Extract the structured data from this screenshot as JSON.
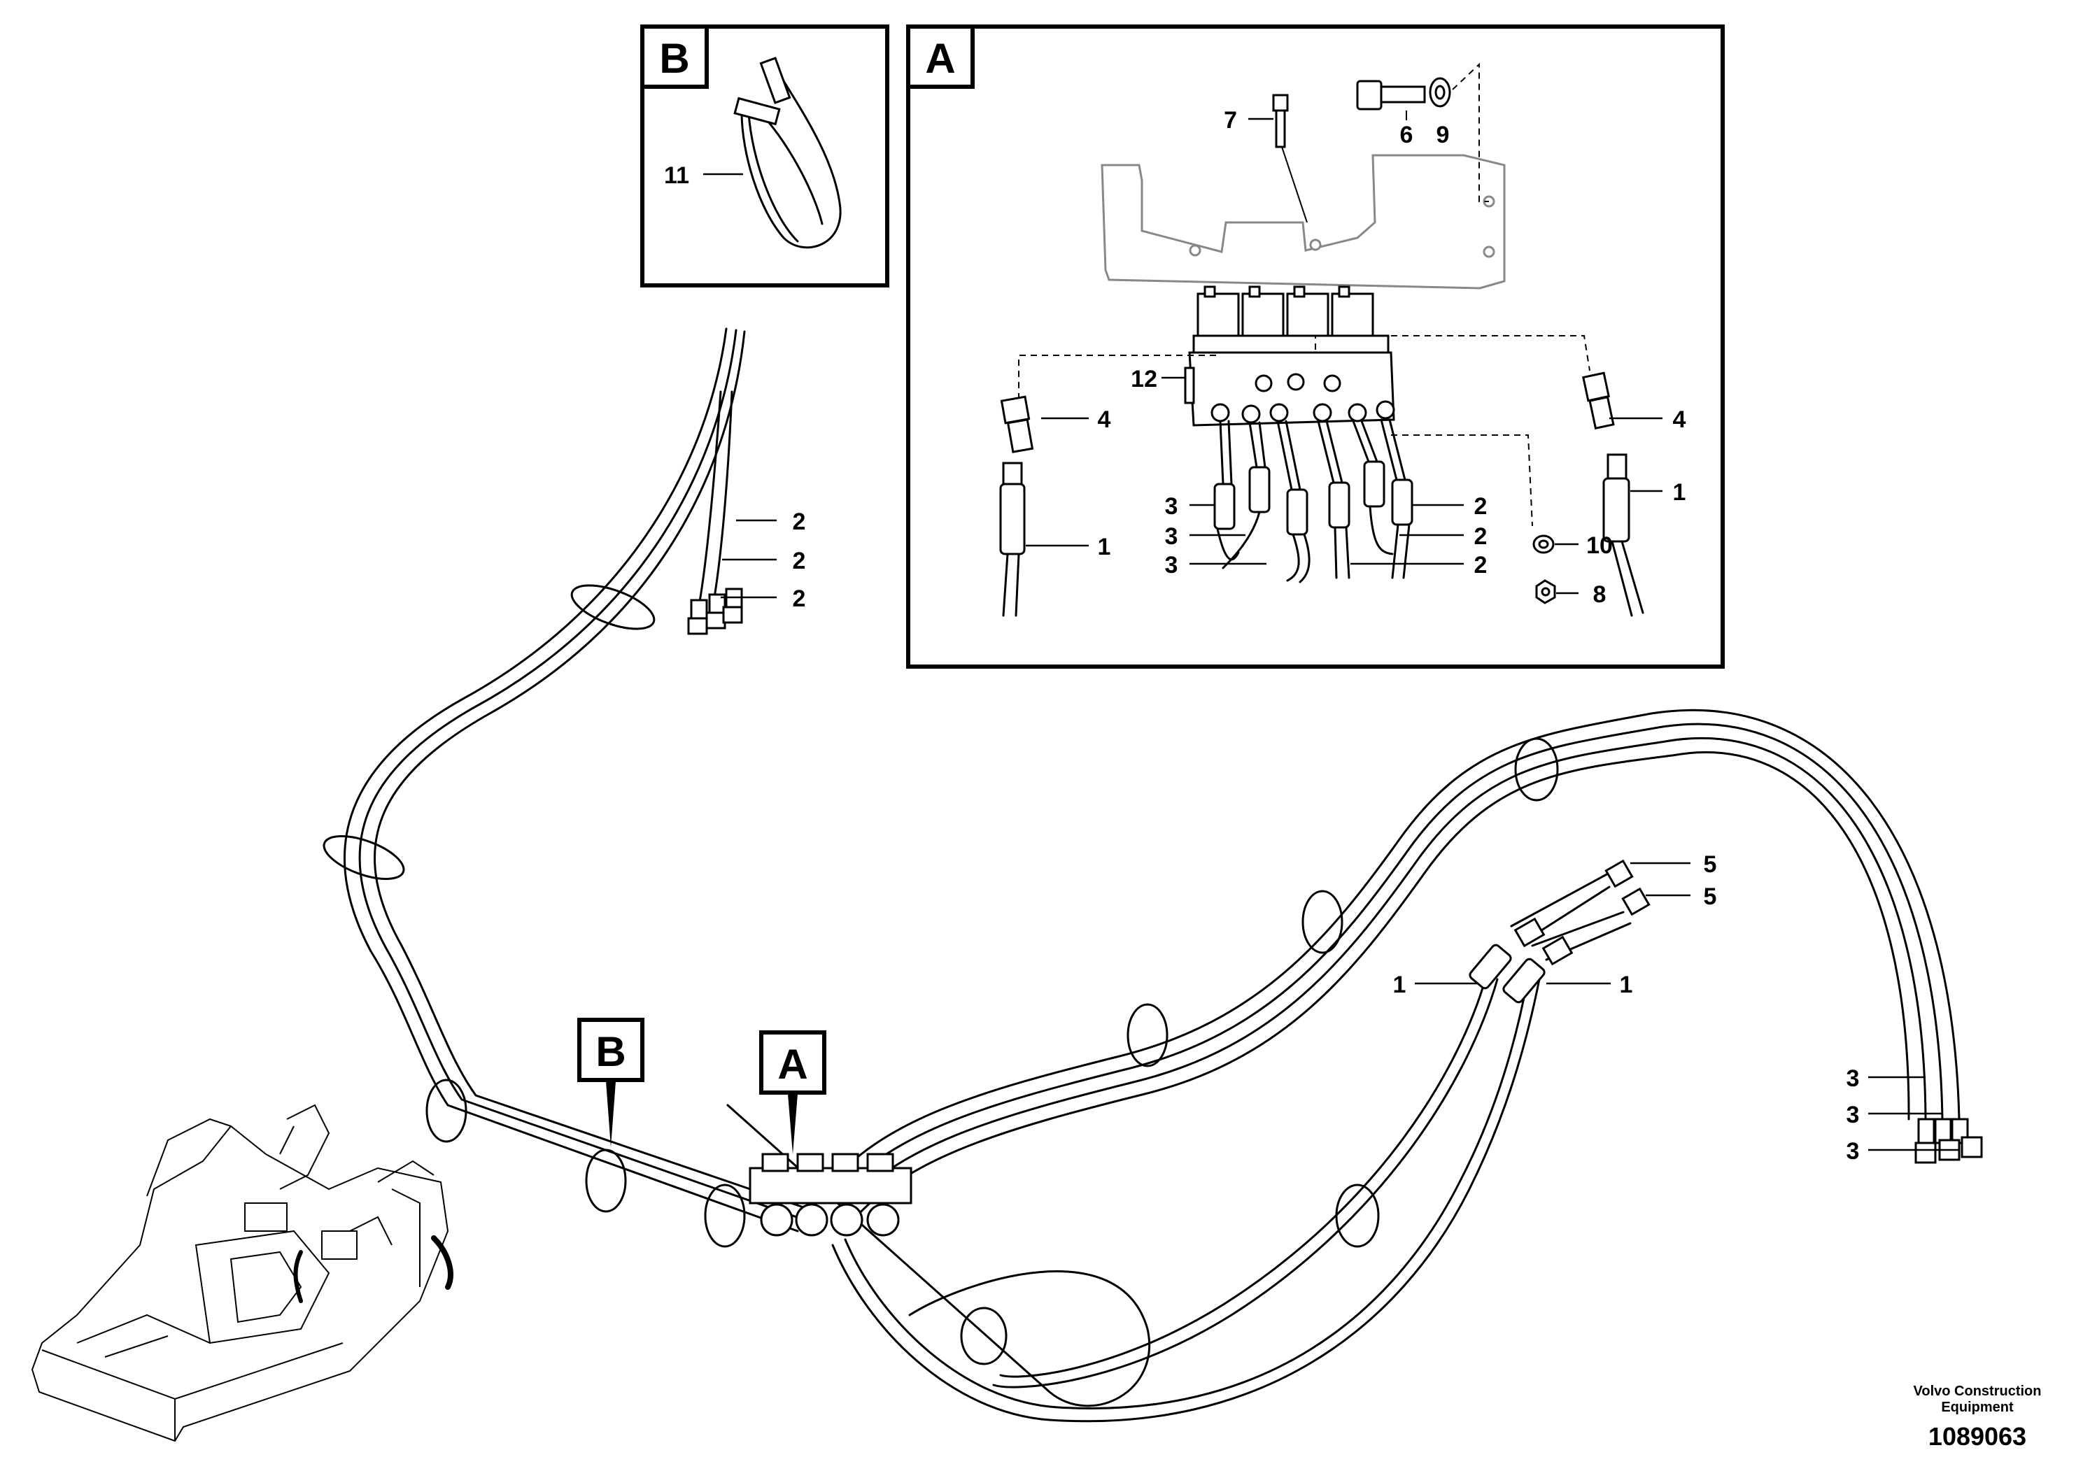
{
  "detail_boxes": [
    {
      "id": "B",
      "letter": "B"
    },
    {
      "id": "A",
      "letter": "A"
    }
  ],
  "callouts": {
    "B": "B",
    "A": "A"
  },
  "detail_b_labels": [
    "11"
  ],
  "detail_a_labels": [
    "7",
    "6",
    "9",
    "12",
    "4",
    "4",
    "1",
    "1",
    "3",
    "3",
    "3",
    "2",
    "2",
    "2",
    "10",
    "8"
  ],
  "main_labels": [
    "2",
    "2",
    "2",
    "5",
    "5",
    "1",
    "1",
    "3",
    "3",
    "3"
  ],
  "footer": {
    "brand_line1": "Volvo Construction",
    "brand_line2": "Equipment",
    "drawing_number": "1089063"
  }
}
